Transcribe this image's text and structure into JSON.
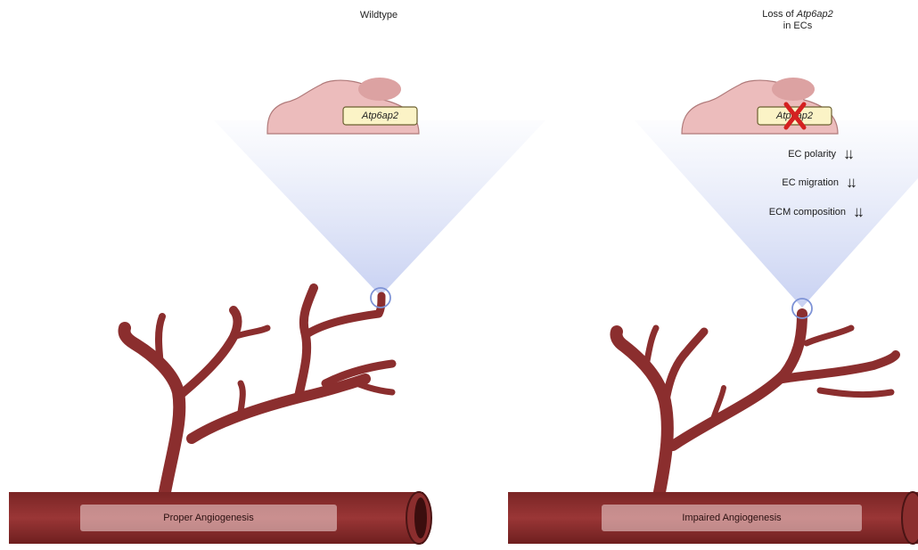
{
  "panels": {
    "left": {
      "title": "Wildtype",
      "gene": "Atp6ap2",
      "vessel_label": "Proper Angiogenesis"
    },
    "right": {
      "title_prefix": "Loss of",
      "title_gene": "Atp6ap2",
      "title_suffix": "in ECs",
      "gene": "Atp6ap2",
      "effects": [
        {
          "label": "EC polarity",
          "symbol": "↓↓"
        },
        {
          "label": "EC migration",
          "symbol": "↓↓"
        },
        {
          "label": "ECM composition",
          "symbol": "↓↓"
        }
      ],
      "vessel_label": "Impaired Angiogenesis"
    }
  },
  "colors": {
    "vessel": "#8b2e2e",
    "vessel_dark": "#5e1a1a",
    "cell_fill": "#ecbcbc",
    "nucleus": "#dca2a2",
    "gene_box": "#fbf3c6",
    "knockout_x": "#d42020",
    "cone": "#c6d0f0"
  }
}
